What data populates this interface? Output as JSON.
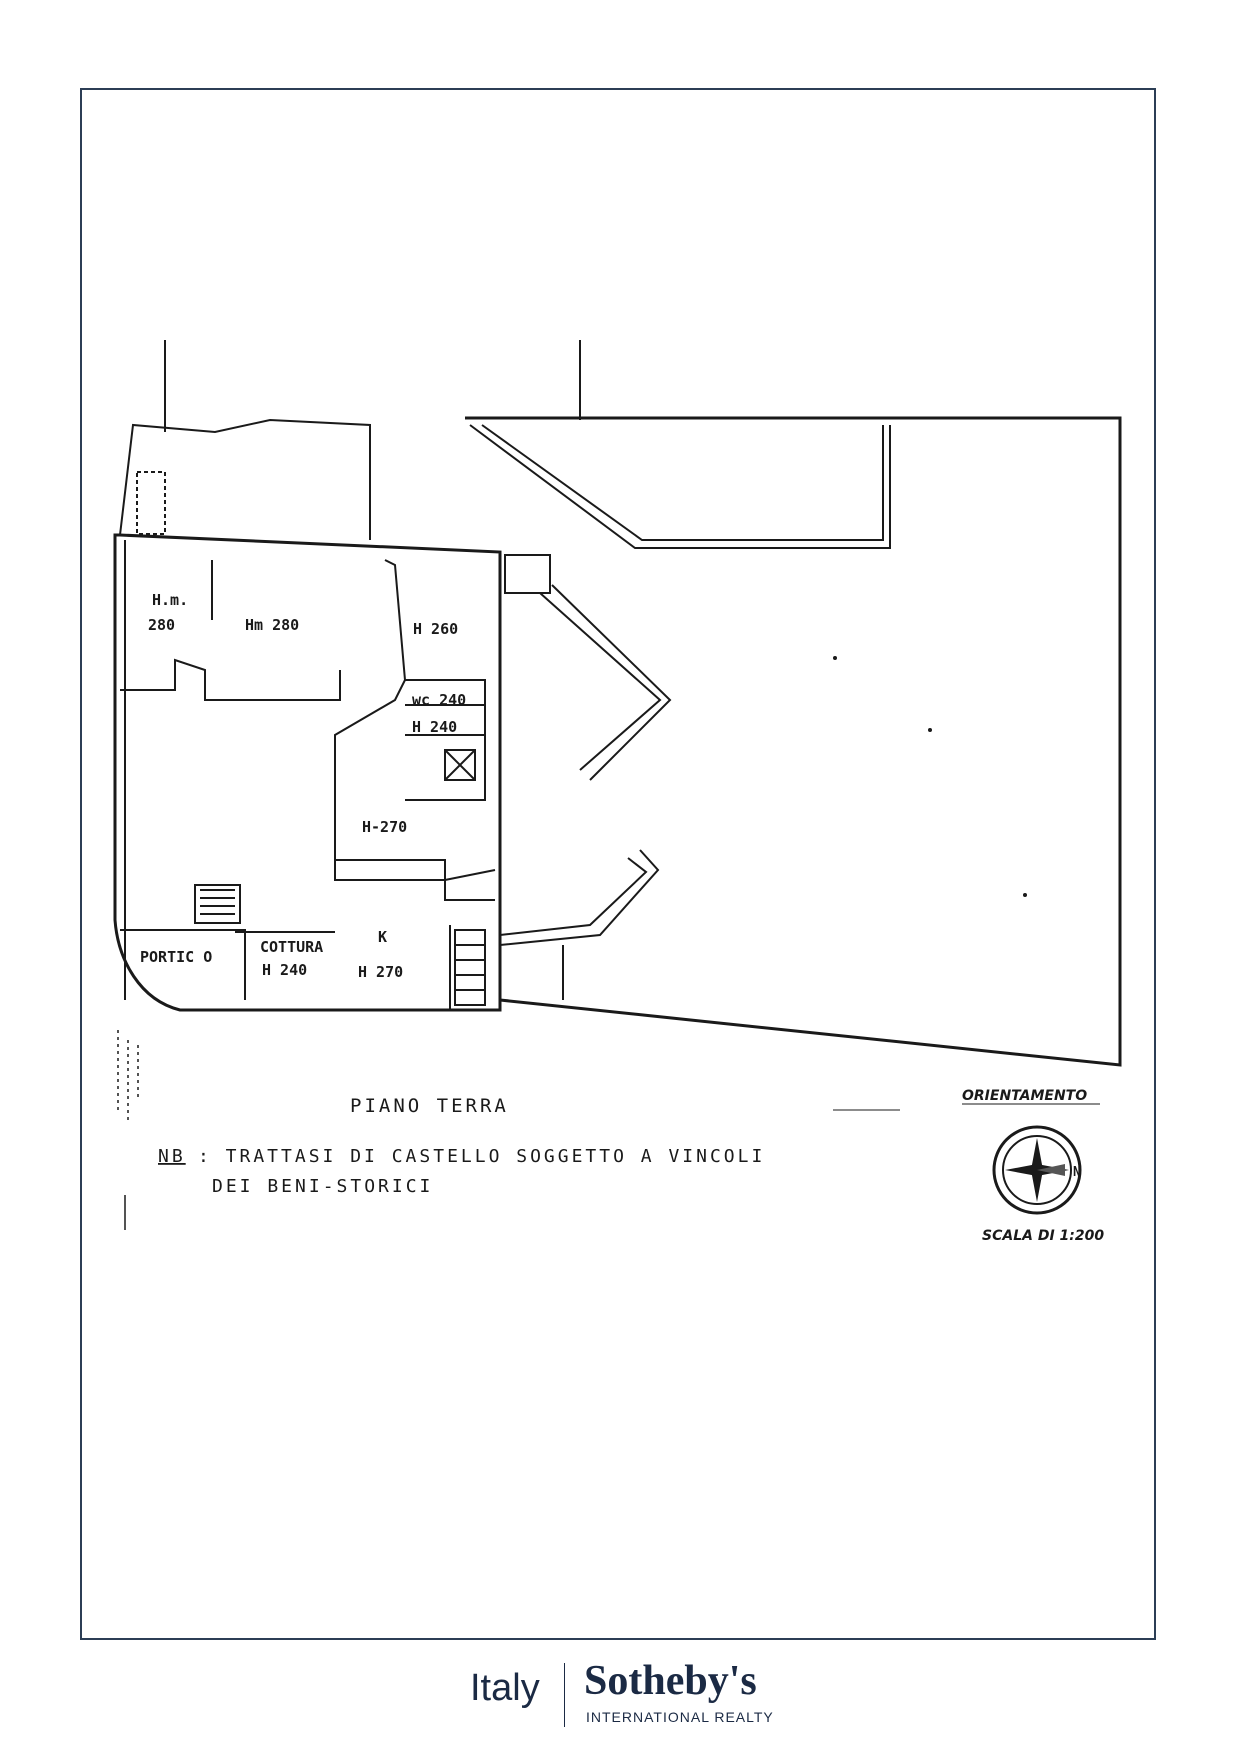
{
  "plan": {
    "rooms": [
      {
        "id": "hm-small",
        "line1": "H.m.",
        "line2": "280"
      },
      {
        "id": "hm-main",
        "line1": "Hm 280"
      },
      {
        "id": "h260",
        "line1": "H 260"
      },
      {
        "id": "wc",
        "line1": "wc 240"
      },
      {
        "id": "h240-upper",
        "line1": "H 240"
      },
      {
        "id": "h270-center",
        "line1": "H-270"
      },
      {
        "id": "k",
        "line1": "K"
      },
      {
        "id": "portico",
        "line1": "PORTIC O"
      },
      {
        "id": "cottura",
        "line1": "COTTURA",
        "line2": "H 240"
      },
      {
        "id": "h270-lower",
        "line1": "H 270"
      }
    ],
    "caption": "PIANO TERRA",
    "note_prefix": "NB",
    "note_line1": ": TRATTASI DI CASTELLO SOGGETTO A VINCOLI",
    "note_line2": "DEI BENI-STORICI",
    "orientation_label": "ORIENTAMENTO",
    "compass_letter": "N",
    "scale_label": "SCALA DI 1:200"
  },
  "footer": {
    "country": "Italy",
    "brand": "Sotheby's",
    "subtitle": "INTERNATIONAL REALTY"
  }
}
